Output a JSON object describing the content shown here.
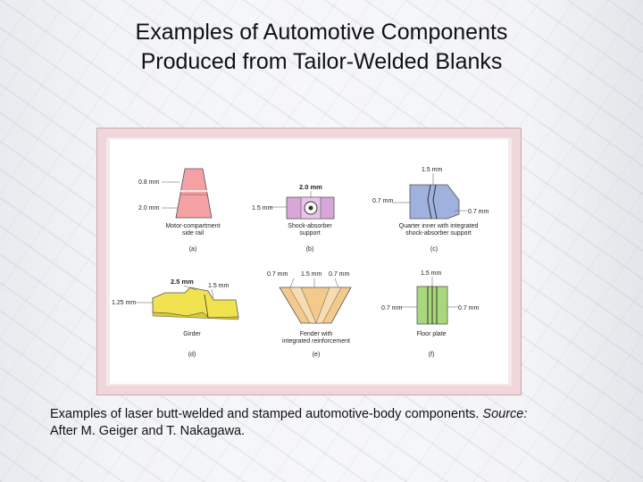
{
  "slide": {
    "title_line1": "Examples of Automotive Components",
    "title_line2": "Produced from Tailor-Welded Blanks",
    "caption_main": "Examples of laser butt-welded and stamped automotive-body components.  ",
    "caption_source_label": "Source:",
    "caption_source_text": "After M. Geiger and T. Nakagawa."
  },
  "figure": {
    "a": {
      "dim_top": "0.8 mm",
      "dim_bottom": "2.0 mm",
      "name_line1": "Motor-compartment",
      "name_line2": "side rail",
      "letter": "(a)",
      "color": "#f5a0a3"
    },
    "b": {
      "dim_top": "2.0 mm",
      "dim_left": "1.5 mm",
      "name_line1": "Shock-absorber",
      "name_line2": "support",
      "letter": "(b)",
      "color": "#d8a6d8"
    },
    "c": {
      "dim_top": "1.5 mm",
      "dim_left": "0.7 mm",
      "dim_right": "0.7 mm",
      "name_line1": "Quarter inner with integrated",
      "name_line2": "shock-absorber support",
      "letter": "(c)",
      "color": "#9fb1dc"
    },
    "d": {
      "dim_top": "2.5 mm",
      "dim_top_right": "1.5 mm",
      "dim_left": "1.25 mm",
      "name_line1": "Girder",
      "letter": "(d)",
      "color": "#f1e34f"
    },
    "e": {
      "dim_1": "0.7 mm",
      "dim_2": "1.5 mm",
      "dim_3": "0.7 mm",
      "name_line1": "Fender with",
      "name_line2": "integrated reinforcement",
      "letter": "(e)",
      "color": "#f4c98c"
    },
    "f": {
      "dim_top": "1.5 mm",
      "dim_left": "0.7 mm",
      "dim_right": "0.7 mm",
      "name_line1": "Floor plate",
      "letter": "(f)",
      "color": "#a9d87a"
    }
  }
}
